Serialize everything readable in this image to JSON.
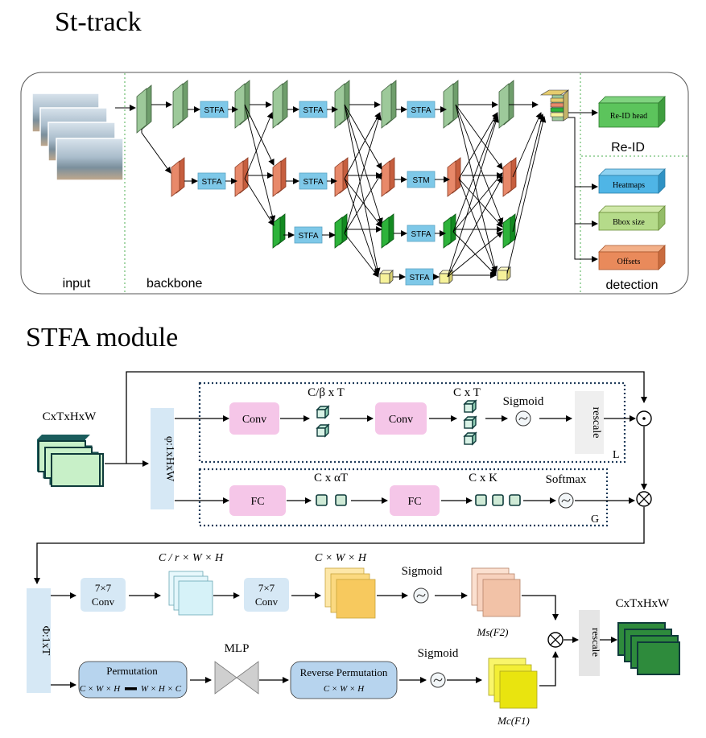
{
  "titles": {
    "top": "St-track",
    "bottom": "STFA module"
  },
  "sections": {
    "input": "input",
    "backbone": "backbone",
    "reid": "Re-ID",
    "detection": "detection"
  },
  "heads": {
    "reid_head": "Re-ID head",
    "heatmaps": "Heatmaps",
    "bbox": "Bbox size",
    "offsets": "Offsets"
  },
  "blocks": {
    "stfa": "STFA",
    "stm": "STM"
  },
  "colors": {
    "green_feat": "#9dc99a",
    "orange_feat": "#e8896a",
    "dark_green_feat": "#2db33a",
    "yellow_feat": "#f6f29a",
    "stfa_box": "#7ec8e8",
    "pink_box": "#f5c6e8",
    "light_blue_box": "#d6e8f5"
  },
  "stfa": {
    "input_dim": "CxTxHxW",
    "phi_top": "φ:1xHxW",
    "conv1": "Conv",
    "conv2": "Conv",
    "dim1": "C/β x T",
    "dim2": "C x T",
    "sigmoid1": "Sigmoid",
    "rescale1": "rescale",
    "label_l": "L",
    "fc1": "FC",
    "fc2": "FC",
    "dim3": "C x αT",
    "dim4": "C x K",
    "softmax": "Softmax",
    "label_g": "G",
    "phi_bottom": "Φ:1xT",
    "conv7a_line1": "7×7",
    "conv7a_line2": "Conv",
    "conv7b_line1": "7×7",
    "conv7b_line2": "Conv",
    "dim5": "C / r × W × H",
    "dim6": "C × W × H",
    "sigmoid2": "Sigmoid",
    "ms": "Ms(F2)",
    "permutation": "Permutation",
    "perm_formula_a": "C × W × H",
    "perm_formula_b": "W × H × C",
    "mlp": "MLP",
    "reverse_perm": "Reverse Permutation",
    "reverse_formula": "C × W × H",
    "sigmoid3": "Sigmoid",
    "mc": "Mc(F1)",
    "rescale2": "rescale",
    "output_dim": "CxTxHxW"
  }
}
